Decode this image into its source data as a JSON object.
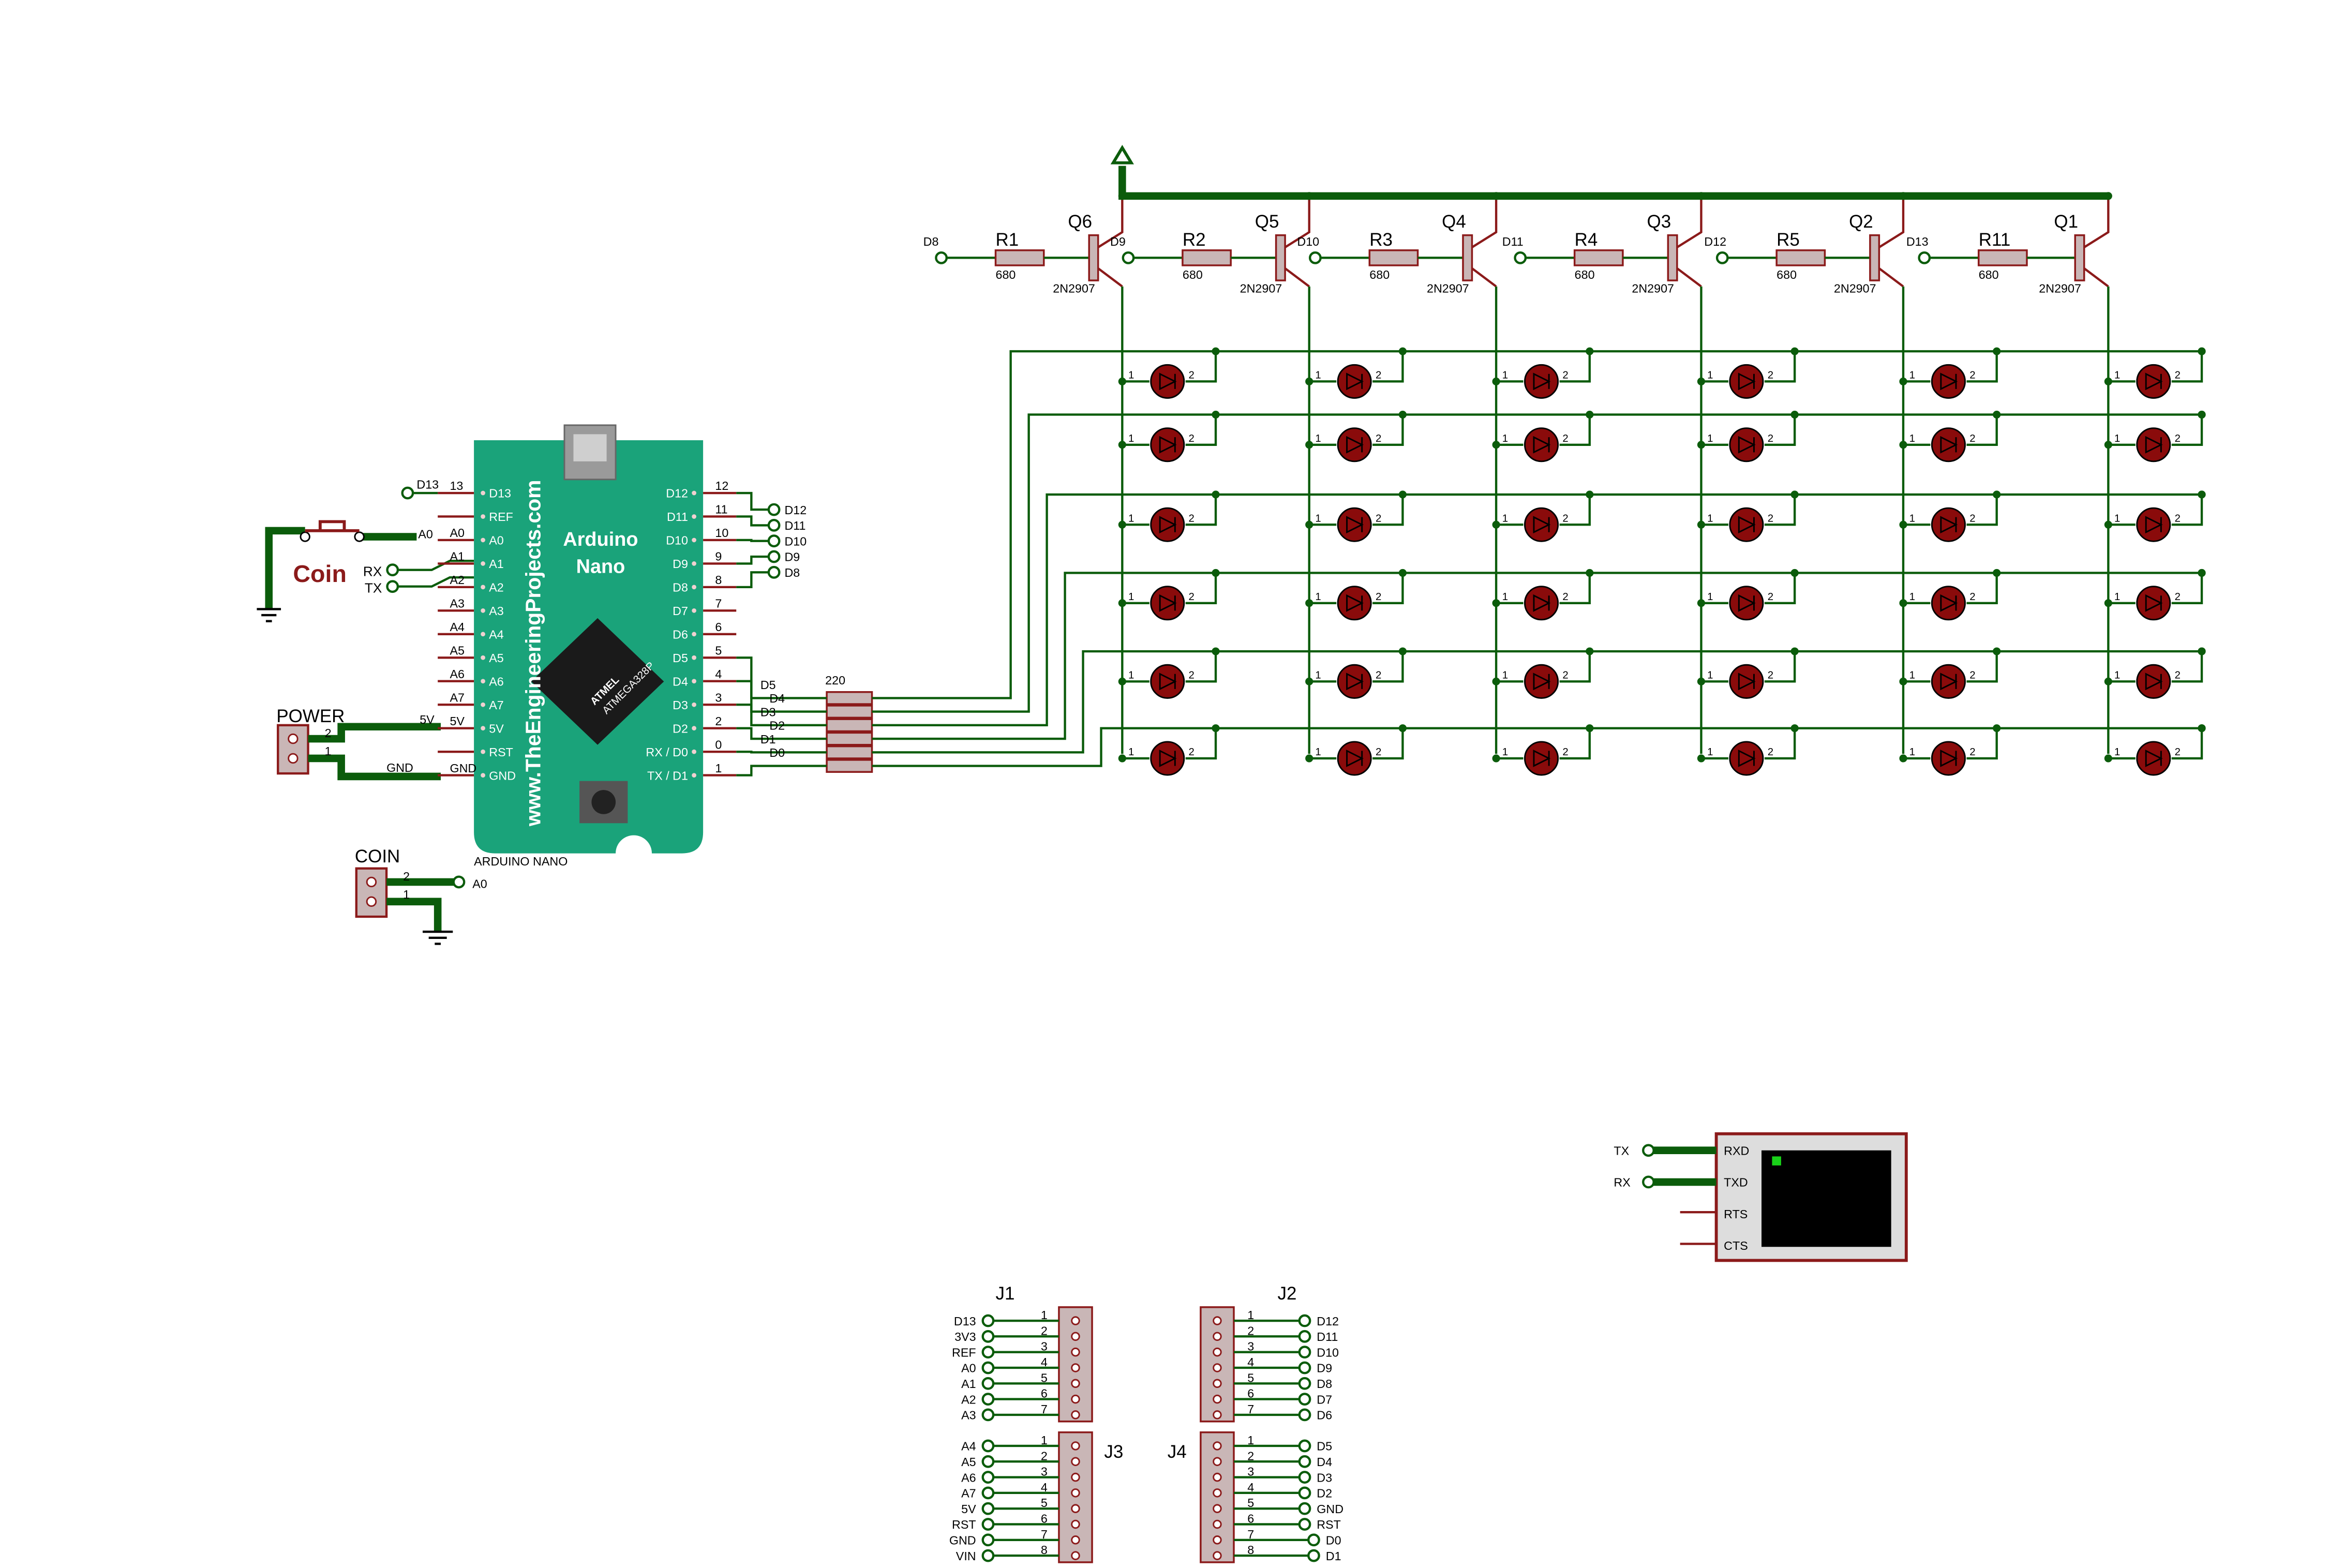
{
  "colors": {
    "wire": "#0b5c0b",
    "part": "#8b1a1a",
    "board": "#1aa37a",
    "led": "#8a0b0b",
    "body": "#c9b6b6",
    "pin_stub": "#8b1a1a"
  },
  "transistors": [
    {
      "ref": "Q6",
      "value": "2N2907",
      "base_net": "D8",
      "resistor": "R1",
      "rvalue": "680"
    },
    {
      "ref": "Q5",
      "value": "2N2907",
      "base_net": "D9",
      "resistor": "R2",
      "rvalue": "680"
    },
    {
      "ref": "Q4",
      "value": "2N2907",
      "base_net": "D10",
      "resistor": "R3",
      "rvalue": "680"
    },
    {
      "ref": "Q3",
      "value": "2N2907",
      "base_net": "D11",
      "resistor": "R4",
      "rvalue": "680"
    },
    {
      "ref": "Q2",
      "value": "2N2907",
      "base_net": "D12",
      "resistor": "R5",
      "rvalue": "680"
    },
    {
      "ref": "Q1",
      "value": "2N2907",
      "base_net": "D13",
      "resistor": "R11",
      "rvalue": "680"
    }
  ],
  "led_pins": [
    "1",
    "2"
  ],
  "rpack_value": "220",
  "row_nets": [
    "D5",
    "D4",
    "D3",
    "D2",
    "D1",
    "D0"
  ],
  "arduino": {
    "title1": "Arduino",
    "title2": "Nano",
    "website": "www.TheEngineeringProjects.com",
    "chip1": "ATMEL",
    "chip2": "ATMEGA328P",
    "caption": "ARDUINO NANO",
    "left_pins": [
      {
        "num": "13",
        "name": "D13",
        "net": "D13"
      },
      {
        "num": "",
        "name": "REF",
        "net": ""
      },
      {
        "num": "A0",
        "name": "A0",
        "net": "A0"
      },
      {
        "num": "A1",
        "name": "A1",
        "net": ""
      },
      {
        "num": "A2",
        "name": "A2",
        "net": ""
      },
      {
        "num": "A3",
        "name": "A3",
        "net": ""
      },
      {
        "num": "A4",
        "name": "A4",
        "net": ""
      },
      {
        "num": "A5",
        "name": "A5",
        "net": ""
      },
      {
        "num": "A6",
        "name": "A6",
        "net": ""
      },
      {
        "num": "A7",
        "name": "A7",
        "net": ""
      },
      {
        "num": "5V",
        "name": "5V",
        "net": ""
      },
      {
        "num": "",
        "name": "RST",
        "net": ""
      },
      {
        "num": "GND",
        "name": "GND",
        "net": ""
      }
    ],
    "right_pins": [
      {
        "num": "12",
        "name": "D12",
        "net": "D12"
      },
      {
        "num": "11",
        "name": "D11",
        "net": "D11"
      },
      {
        "num": "10",
        "name": "D10",
        "net": "D10"
      },
      {
        "num": "9",
        "name": "D9",
        "net": "D9"
      },
      {
        "num": "8",
        "name": "D8",
        "net": "D8"
      },
      {
        "num": "7",
        "name": "D7",
        "net": ""
      },
      {
        "num": "6",
        "name": "D6",
        "net": ""
      },
      {
        "num": "5",
        "name": "D5",
        "net": "D5"
      },
      {
        "num": "4",
        "name": "D4",
        "net": "D4"
      },
      {
        "num": "3",
        "name": "D3",
        "net": "D3"
      },
      {
        "num": "2",
        "name": "D2",
        "net": "D2"
      },
      {
        "num": "0",
        "name": "RX / D0",
        "net": "D1"
      },
      {
        "num": "1",
        "name": "TX / D1",
        "net": "D0"
      }
    ]
  },
  "coin_button": "Coin",
  "rx_label": "RX",
  "tx_label": "TX",
  "power_conn": {
    "title": "POWER",
    "pins": [
      "2",
      "1"
    ],
    "nets": [
      "5V",
      "GND"
    ]
  },
  "coin_conn": {
    "title": "COIN",
    "pins": [
      "2",
      "1"
    ],
    "net": "A0"
  },
  "terminal": {
    "pins": [
      "RXD",
      "TXD",
      "RTS",
      "CTS"
    ],
    "tx": "TX",
    "rx": "RX"
  },
  "headers": [
    {
      "ref": "J1",
      "side": "left",
      "labels": [
        "D13",
        "3V3",
        "REF",
        "A0",
        "A1",
        "A2",
        "A3"
      ]
    },
    {
      "ref": "J3",
      "side": "left",
      "labels": [
        "A4",
        "A5",
        "A6",
        "A7",
        "5V",
        "RST",
        "GND",
        "VIN"
      ]
    },
    {
      "ref": "J2",
      "side": "right",
      "labels": [
        "D12",
        "D11",
        "D10",
        "D9",
        "D8",
        "D7",
        "D6"
      ]
    },
    {
      "ref": "J4",
      "side": "right",
      "labels": [
        "D5",
        "D4",
        "D3",
        "D2",
        "GND",
        "RST",
        "D0",
        "D1"
      ]
    }
  ]
}
